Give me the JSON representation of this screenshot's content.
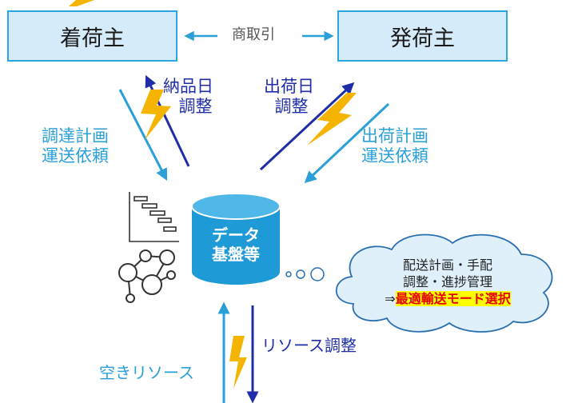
{
  "boxes": {
    "consignee": "着荷主",
    "shipper": "発荷主"
  },
  "trade_label": "商取引",
  "left_flows": {
    "up_line1": "納品日",
    "up_line2": "調整",
    "down_line1": "調達計画",
    "down_line2": "運送依頼"
  },
  "right_flows": {
    "up_line1": "出荷日",
    "up_line2": "調整",
    "down_line1": "出荷計画",
    "down_line2": "運送依頼"
  },
  "platform": {
    "line1": "データ",
    "line2": "基盤等"
  },
  "cloud": {
    "line1": "配送計画・手配",
    "line2": "調整・進捗管理",
    "prefix": "⇒",
    "highlight": "最適輸送モード選択"
  },
  "bottom": {
    "down_label": "リソース調整",
    "up_label": "空きリソース"
  },
  "colors": {
    "navy": "#1f2ea8",
    "cyan": "#2a9fd8",
    "box_fill": "#d6ebfa",
    "lightning": "#f5b400",
    "cylinder": "#1e9ad6",
    "highlight_bg": "#ffff00",
    "highlight_text": "#e60000"
  },
  "icons": [
    "gantt-chart-icon",
    "network-icon",
    "lightning-icon"
  ]
}
